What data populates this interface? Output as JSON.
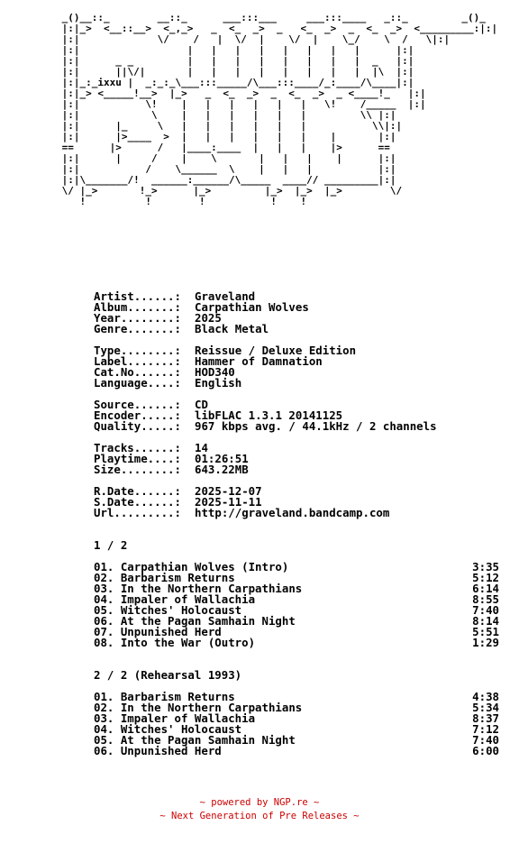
{
  "ascii_art": " _()__::_        __::_      ___:::___     ___:::____   _::_         _()_\n |:|_>  <__::__>  <_,_>   _  <_  _>  _   <_  _>  _  <_  _>  <_________:|:|\n |:|             \\/    /   |  \\/  |    \\/  |    \\_/    \\  /   \\|:|\n |:|                  |   |   |   |   |   |   |   |      |:|\n |:|      _ _         |   |   |   |   |   |   |   |  _   |:|\n |:|      ||\\/|       |   |   |   |   |   |   |   |  |\\  |:|\n |:|_:_ixxu |  _:_:_\\___:::_____/\\___:::____/_:____/\\____|:|\n |:|_> <_____!__>  |_>   _  <_  _>  _  <_  _>  _ <____!_   |:|\n |:|           \\!    |   |   |   |   |   |   \\!    /_____  |:|\n |:|            \\    |   |   |   |   |   |         \\\\ |:|\n |:|      |_     \\   |   |   |   |   |   |           \\\\|:|\n |:|      |>____  >  |   |   |   |   |   |    |       |:|\n ==      |>      /   |____:____  |   |   |    |>      ==\n |:|      |     /    |    \\       |   |   |    |      |:|\n |:|           /    \\______  \\    |   |   |           |:|\n |:|\\_______/!  ______:______/\\_____  ____// _________|:|\n \\/ |_>       !_>      |_>         |_>  |_>  |_>        \\/\n    !          !        !           !    !",
  "meta": {
    "group1": [
      {
        "key": "Artist......:",
        "value": "Graveland"
      },
      {
        "key": "Album.......:",
        "value": "Carpathian Wolves"
      },
      {
        "key": "Year........:",
        "value": "2025"
      },
      {
        "key": "Genre.......:",
        "value": "Black Metal"
      }
    ],
    "group2": [
      {
        "key": "Type........:",
        "value": "Reissue / Deluxe Edition"
      },
      {
        "key": "Label.......:",
        "value": "Hammer of Damnation"
      },
      {
        "key": "Cat.No......:",
        "value": "HOD340"
      },
      {
        "key": "Language....:",
        "value": "English"
      }
    ],
    "group3": [
      {
        "key": "Source......:",
        "value": "CD"
      },
      {
        "key": "Encoder.....:",
        "value": "libFLAC 1.3.1 20141125"
      },
      {
        "key": "Quality.....:",
        "value": "967 kbps avg. / 44.1kHz / 2 channels"
      }
    ],
    "group4": [
      {
        "key": "Tracks......:",
        "value": "14"
      },
      {
        "key": "Playtime....:",
        "value": "01:26:51"
      },
      {
        "key": "Size........:",
        "value": "643.22MB"
      }
    ],
    "group5": [
      {
        "key": "R.Date......:",
        "value": "2025-12-07"
      },
      {
        "key": "S.Date......:",
        "value": "2025-11-11"
      },
      {
        "key": "Url.........:",
        "value": "http://graveland.bandcamp.com"
      }
    ]
  },
  "disc1": {
    "heading": "1 / 2",
    "tracks": [
      {
        "title": "01. Carpathian Wolves (Intro)",
        "time": "3:35"
      },
      {
        "title": "02. Barbarism Returns",
        "time": "5:12"
      },
      {
        "title": "03. In the Northern Carpathians",
        "time": "6:14"
      },
      {
        "title": "04. Impaler of Wallachia",
        "time": "8:55"
      },
      {
        "title": "05. Witches' Holocaust",
        "time": "7:40"
      },
      {
        "title": "06. At the Pagan Samhain Night",
        "time": "8:14"
      },
      {
        "title": "07. Unpunished Herd",
        "time": "5:51"
      },
      {
        "title": "08. Into the War (Outro)",
        "time": "1:29"
      }
    ]
  },
  "disc2": {
    "heading": "2 / 2 (Rehearsal 1993)",
    "tracks": [
      {
        "title": "01. Barbarism Returns",
        "time": "4:38"
      },
      {
        "title": "02. In the Northern Carpathians",
        "time": "5:34"
      },
      {
        "title": "03. Impaler of Wallachia",
        "time": "8:37"
      },
      {
        "title": "04. Witches' Holocaust",
        "time": "7:12"
      },
      {
        "title": "05. At the Pagan Samhain Night",
        "time": "7:40"
      },
      {
        "title": "06. Unpunished Herd",
        "time": "6:00"
      }
    ]
  },
  "footer": {
    "line1": "~ powered by NGP.re ~",
    "line2": "~ Next Generation of Pre Releases ~"
  },
  "colors": {
    "text": "#000000",
    "footer": "#cc0000",
    "background": "#ffffff"
  }
}
